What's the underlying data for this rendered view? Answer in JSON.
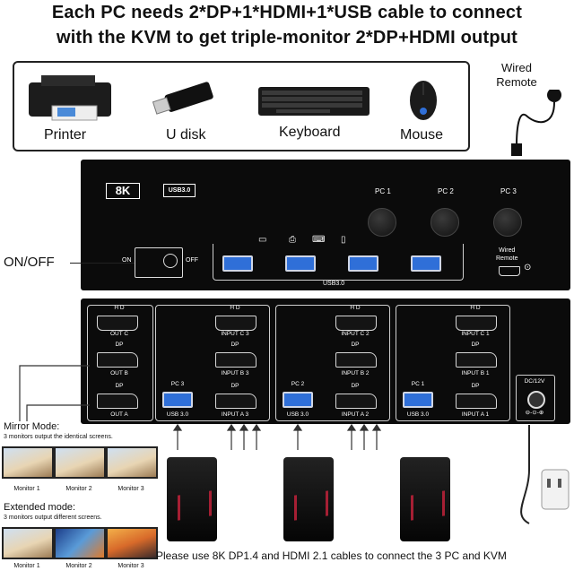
{
  "headline": {
    "line1": "Each PC needs 2*DP+1*HDMI+1*USB cable to connect",
    "line2": "with the KVM to get triple-monitor 2*DP+HDMI output"
  },
  "peripherals": [
    {
      "label": "Printer",
      "icon": "printer-icon"
    },
    {
      "label": "U disk",
      "icon": "usb-drive-icon"
    },
    {
      "label": "Keyboard",
      "icon": "keyboard-icon"
    },
    {
      "label": "Mouse",
      "icon": "mouse-icon"
    }
  ],
  "wired_remote": {
    "line1": "Wired",
    "line2": "Remote"
  },
  "front_panel": {
    "badge_8k": "8K",
    "badge_usb": "USB3.0",
    "pc_labels": [
      "PC 1",
      "PC 2",
      "PC 3"
    ],
    "switch_on": "ON",
    "switch_off": "OFF",
    "usb_label": "USB3.0",
    "remote_port_line1": "Wired",
    "remote_port_line2": "Remote"
  },
  "on_off_label": "ON/OFF",
  "rear_panel": {
    "hd": "H D",
    "dp": "DP",
    "out_c": "OUT C",
    "out_b": "OUT B",
    "out_a": "OUT A",
    "groups": [
      {
        "pc": "PC 3",
        "usb": "USB 3.0",
        "c": "INPUT C 3",
        "b": "INPUT B 3",
        "a": "INPUT A 3"
      },
      {
        "pc": "PC 2",
        "usb": "USB 3.0",
        "c": "INPUT C 2",
        "b": "INPUT B 2",
        "a": "INPUT A 2"
      },
      {
        "pc": "PC 1",
        "usb": "USB 3.0",
        "c": "INPUT C 1",
        "b": "INPUT B 1",
        "a": "INPUT A 1"
      }
    ],
    "dc": "DC/12V"
  },
  "mirror_mode": {
    "title": "Mirror Mode:",
    "desc": "3 monitors output the identical screens.",
    "monitors": [
      "Monitor 1",
      "Monitor 2",
      "Monitor 3"
    ]
  },
  "extended_mode": {
    "title": "Extended mode:",
    "desc": "3 monitors output different screens.",
    "monitors": [
      "Monitor 1",
      "Monitor 2",
      "Monitor 3"
    ]
  },
  "footer_note": "Please use 8K DP1.4 and HDMI 2.1 cables to connect the 3 PC and KVM",
  "colors": {
    "usb_blue": "#2f6fd8",
    "led_red": "#c0223a",
    "panel": "#0b0b0b"
  }
}
